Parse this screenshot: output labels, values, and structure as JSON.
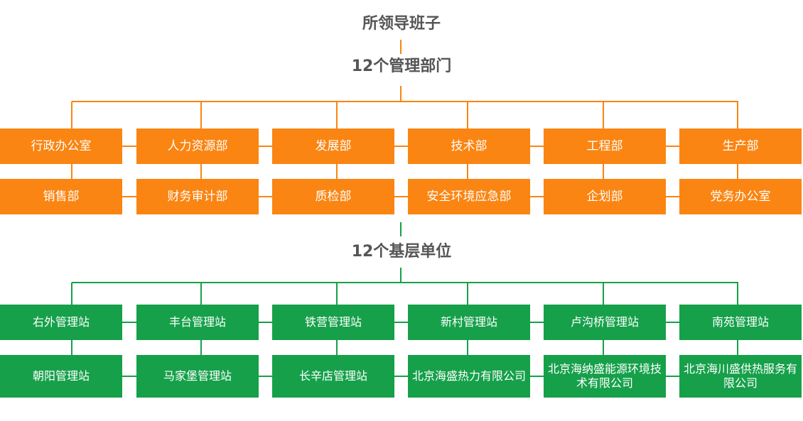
{
  "colors": {
    "orange": "#fa8512",
    "green": "#16a04a",
    "title_text": "#555555"
  },
  "titles": {
    "leadership": "所领导班子",
    "departments": "12个管理部门",
    "units": "12个基层单位"
  },
  "departments": {
    "row1": [
      "行政办公室",
      "人力资源部",
      "发展部",
      "技术部",
      "工程部",
      "生产部"
    ],
    "row2": [
      "销售部",
      "财务审计部",
      "质检部",
      "安全环境应急部",
      "企划部",
      "党务办公室"
    ]
  },
  "units": {
    "row1": [
      "右外管理站",
      "丰台管理站",
      "铁营管理站",
      "新村管理站",
      "卢沟桥管理站",
      "南苑管理站"
    ],
    "row2": [
      "朝阳管理站",
      "马家堡管理站",
      "长辛店管理站",
      "北京海盛热力有限公司",
      "北京海纳盛能源环境技术有限公司",
      "北京海川盛供热服务有限公司"
    ]
  }
}
